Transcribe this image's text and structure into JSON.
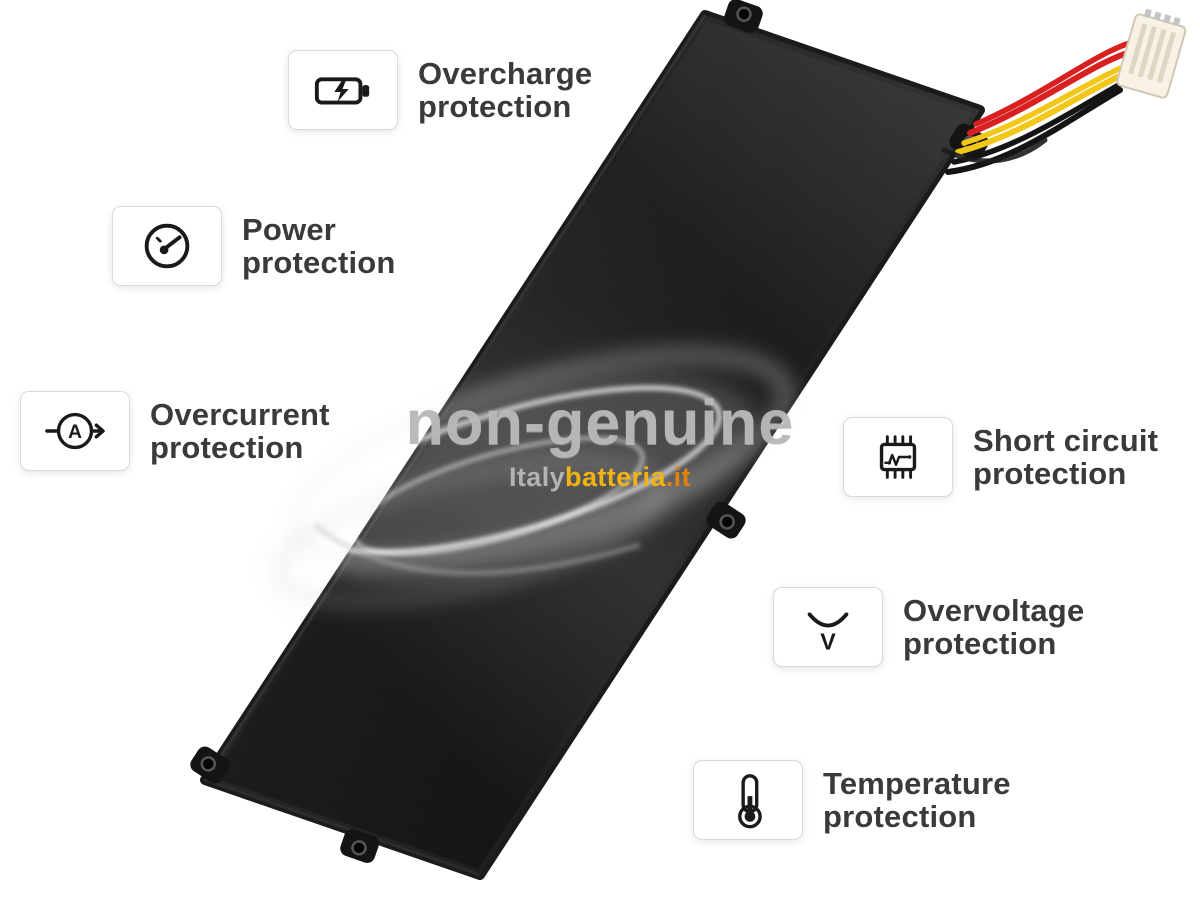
{
  "watermark": {
    "title": "non-genuine",
    "brand_part1": "Italy",
    "brand_part2": "batteria",
    "brand_part3": ".it"
  },
  "callouts": [
    {
      "id": "overcharge",
      "icon": "battery-charge-icon",
      "line1": "Overcharge",
      "line2": "protection"
    },
    {
      "id": "power",
      "icon": "gauge-icon",
      "line1": "Power",
      "line2": "protection"
    },
    {
      "id": "overcurrent",
      "icon": "ammeter-icon",
      "line1": "Overcurrent",
      "line2": "protection",
      "icon_letter": "A"
    },
    {
      "id": "short-circuit",
      "icon": "chip-icon",
      "line1": "Short circuit",
      "line2": "protection"
    },
    {
      "id": "overvoltage",
      "icon": "voltage-icon",
      "line1": "Overvoltage",
      "line2": "protection",
      "icon_letter": "V"
    },
    {
      "id": "temperature",
      "icon": "thermometer-icon",
      "line1": "Temperature",
      "line2": "protection"
    }
  ],
  "colors": {
    "label_text": "#3a3a3a",
    "watermark_gray": "#b6b6b6",
    "brand_yellow": "#f1b411",
    "brand_orange": "#e2830c",
    "battery_black": "#161616",
    "wire_red": "#d92020",
    "wire_yellow": "#f2c718",
    "wire_black": "#141414",
    "connector_white": "#f7f2e4"
  }
}
